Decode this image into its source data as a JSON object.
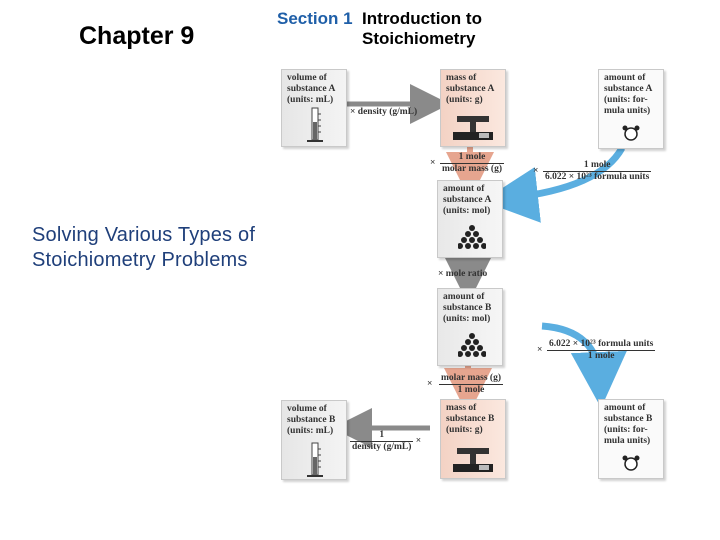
{
  "header": {
    "chapter": "Chapter 9",
    "section_number": "Section 1",
    "section_title": "Introduction to Stoichiometry"
  },
  "subtitle": "Solving Various Types of Stoichiometry Problems",
  "diagram": {
    "cards": {
      "volume_a": "volume of\nsubstance A\n(units: mL)",
      "mass_a": "mass of\nsubstance A\n(units: g)",
      "particles_a": "amount of\nsubstance A\n(units: for-\nmula units)",
      "moles_a": "amount of\nsubstance A\n(units: mol)",
      "moles_b": "amount of\nsubstance B\n(units: mol)",
      "volume_b": "volume of\nsubstance B\n(units: mL)",
      "mass_b": "mass of\nsubstance B\n(units: g)",
      "particles_b": "amount of\nsubstance B\n(units: for-\nmula units)"
    },
    "factors": {
      "times": "×",
      "density_a": "density",
      "density_a_unit": "(g/mL)",
      "molar_mass_a_num": "1 mole",
      "molar_mass_a_den": "molar mass (g)",
      "avogadro_a_num": "1 mole",
      "avogadro_a_den": "6.022 × 10²³ formula units",
      "mole_ratio": "mole ratio",
      "avogadro_b_num": "6.022 × 10²³ formula units",
      "avogadro_b_den": "1 mole",
      "molar_mass_b_num": "molar mass (g)",
      "molar_mass_b_den": "1 mole",
      "density_b_num": "1",
      "density_b_den": "density (g/mL)"
    }
  },
  "colors": {
    "accent_blue": "#1f5fa8",
    "subtitle_blue": "#1f3f7a",
    "arrow_grey": "#8a8a8a",
    "arrow_pink": "#e6a58f",
    "arrow_blue": "#5aaee0"
  }
}
